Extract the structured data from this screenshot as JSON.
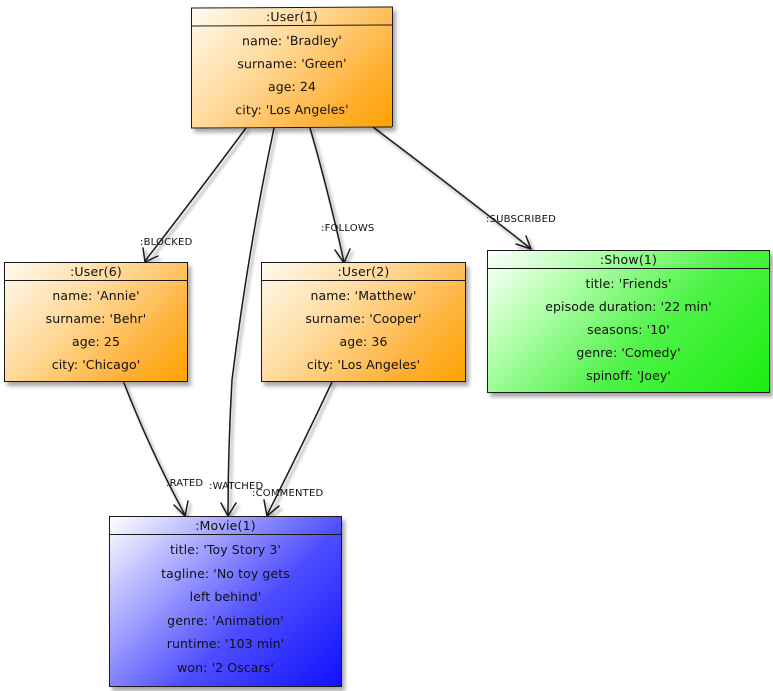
{
  "diagram": {
    "nodes": {
      "user1": {
        "title": ":User(1)",
        "color": "#ffa200",
        "props": [
          "name: 'Bradley'",
          "surname: 'Green'",
          "age: 24",
          "city: 'Los Angeles'"
        ]
      },
      "user6": {
        "title": ":User(6)",
        "color": "#ffa200",
        "props": [
          "name: 'Annie'",
          "surname: 'Behr'",
          "age: 25",
          "city: 'Chicago'"
        ]
      },
      "user2": {
        "title": ":User(2)",
        "color": "#ffa200",
        "props": [
          "name: 'Matthew'",
          "surname: 'Cooper'",
          "age: 36",
          "city: 'Los Angeles'"
        ]
      },
      "show1": {
        "title": ":Show(1)",
        "color": "#19ee0f",
        "props": [
          "title: 'Friends'",
          "episode duration: '22 min'",
          "seasons: '10'",
          "genre: 'Comedy'",
          "spinoff: 'Joey'"
        ]
      },
      "movie1": {
        "title": ":Movie(1)",
        "color": "#1010ff",
        "props": [
          "title: 'Toy Story 3'",
          "tagline: 'No toy gets",
          "left behind'",
          "genre: 'Animation'",
          "runtime: '103 min'",
          "won: '2 Oscars'"
        ]
      }
    },
    "edges": {
      "blocked": {
        "label": ":BLOCKED",
        "from": "User(1)",
        "to": "User(6)"
      },
      "follows": {
        "label": ":FOLLOWS",
        "from": "User(1)",
        "to": "User(2)"
      },
      "subscribed": {
        "label": ":SUBSCRIBED",
        "from": "User(1)",
        "to": "Show(1)"
      },
      "watched": {
        "label": ":WATCHED",
        "from": "User(1)",
        "to": "Movie(1)"
      },
      "rated": {
        "label": ":RATED",
        "from": "User(6)",
        "to": "Movie(1)"
      },
      "commented": {
        "label": ":COMMENTED",
        "from": "User(2)",
        "to": "Movie(1)"
      }
    }
  }
}
